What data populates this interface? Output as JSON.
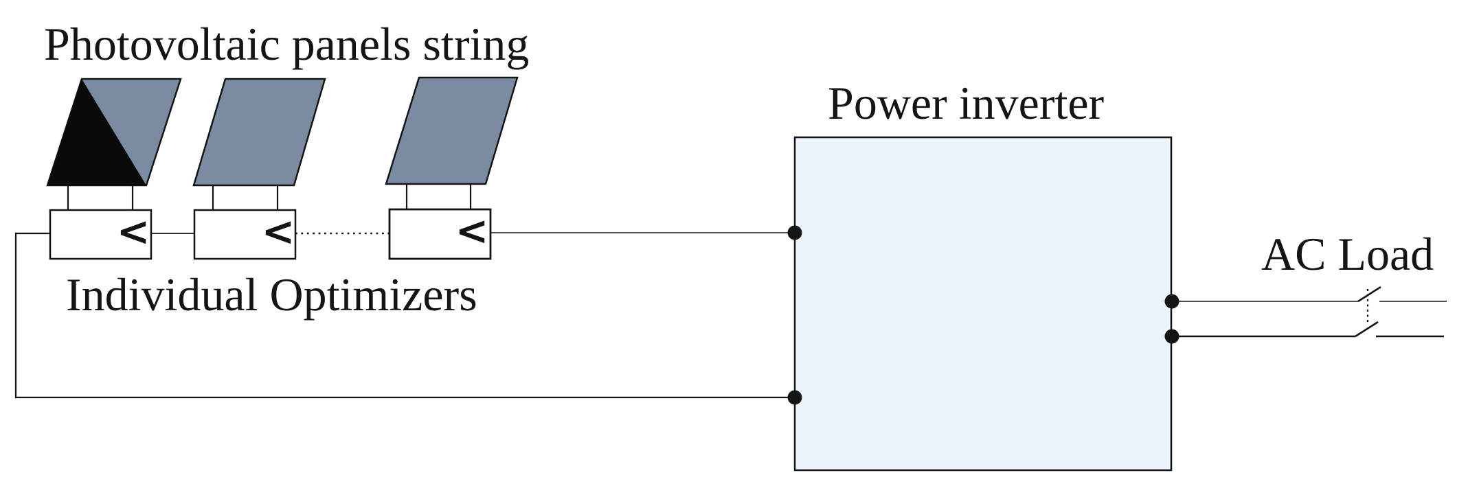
{
  "diagram": {
    "labels": {
      "pv_string": "Photovoltaic panels string",
      "optimizers": "Individual Optimizers",
      "inverter": "Power inverter",
      "ac_load": "AC Load"
    },
    "optimizer_symbol": "<",
    "counts": {
      "panels_shown": 3,
      "optimizers_shown": 3,
      "inverter_input_nodes": 2,
      "inverter_output_nodes": 2
    },
    "icons": {
      "solar-panel-icon": "slanted parallelogram",
      "panel-shading-icon": "black triangle (partial shading on first panel)",
      "optimizer-chevron-icon": "<",
      "connection-node-icon": "filled circle",
      "string-continuation": "dotted wire between optimizer 2 and 3",
      "ac-switch-icon": "double-pole switch with dotted mechanical link"
    },
    "colors": {
      "background": "#ffffff",
      "line": "#141414",
      "panel_fill": "#7b8ba2",
      "panel_shade": "#0a0a0a",
      "inverter_fill": "#edf3fb",
      "optimizer_fill": "#ffffff"
    }
  }
}
